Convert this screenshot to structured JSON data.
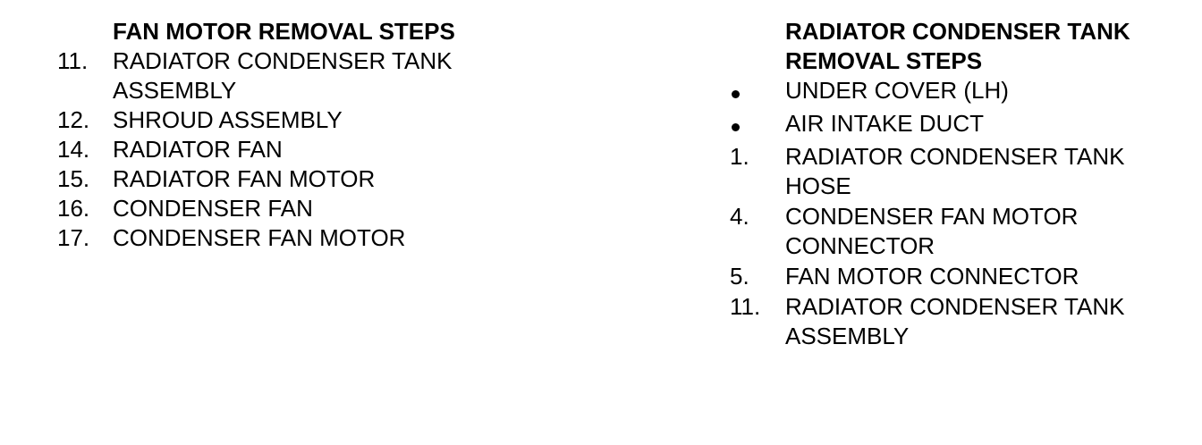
{
  "left": {
    "heading": "FAN MOTOR REMOVAL STEPS",
    "steps": [
      {
        "num": "11.",
        "text": "RADIATOR CONDENSER TANK\nASSEMBLY"
      },
      {
        "num": "12.",
        "text": "SHROUD ASSEMBLY"
      },
      {
        "num": "14.",
        "text": "RADIATOR FAN"
      },
      {
        "num": "15.",
        "text": "RADIATOR FAN MOTOR"
      },
      {
        "num": "16.",
        "text": "CONDENSER FAN"
      },
      {
        "num": "17.",
        "text": "CONDENSER FAN MOTOR"
      }
    ]
  },
  "right": {
    "heading": "RADIATOR CONDENSER TANK\nREMOVAL STEPS",
    "bullets": [
      {
        "text": "UNDER COVER (LH)"
      },
      {
        "text": "AIR INTAKE DUCT"
      }
    ],
    "steps": [
      {
        "num": "1.",
        "text": "RADIATOR CONDENSER TANK\nHOSE"
      },
      {
        "num": "4.",
        "text": "CONDENSER FAN MOTOR\nCONNECTOR"
      },
      {
        "num": "5.",
        "text": "FAN MOTOR CONNECTOR"
      },
      {
        "num": "11.",
        "text": "RADIATOR CONDENSER TANK\nASSEMBLY"
      }
    ]
  }
}
